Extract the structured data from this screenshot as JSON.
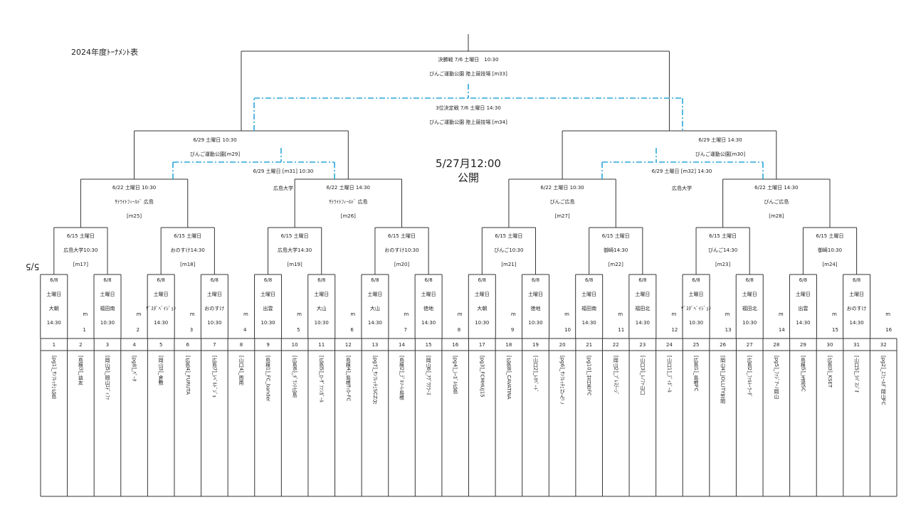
{
  "title": "2024年度ﾄｰﾅﾒﾝﾄ表",
  "release": {
    "date": "5/27月12:00",
    "label": "公開"
  },
  "side_label": "5/5",
  "final": {
    "line1": "決勝戦 7/6 土曜日　10:30",
    "line2": "びんご運動公園 陸上競技場 [m33]"
  },
  "third": {
    "line1": "3位決定戦 7/6 土曜日 14:30",
    "line2": "びんご運動公園 陸上競技場 [m34]"
  },
  "semis": [
    {
      "line1": "6/29 土曜日 10:30",
      "line2": "びんご運動公園[m29]"
    },
    {
      "line1": "6/29 土曜日 14:30",
      "line2": "びんご運動公園[m30]"
    }
  ],
  "consolation": [
    {
      "line1": "6/29 土曜日 [m31] 10:30",
      "line2": "広島大学"
    },
    {
      "line1": "6/29 土曜日 [m32] 14:30",
      "line2": "広島大学"
    }
  ],
  "qf": [
    {
      "line1": "6/22 土曜日 10:30",
      "line2": "ｻﾃﾗｲﾄﾌｨｰﾙﾄﾞ 広島",
      "line3": "[m25]"
    },
    {
      "line1": "6/22 土曜日 14:30",
      "line2": "ｻﾃﾗｲﾄﾌｨｰﾙﾄﾞ 広島",
      "line3": "[m26]"
    },
    {
      "line1": "6/22 土曜日 10:30",
      "line2": "びんご広島",
      "line3": "[m27]"
    },
    {
      "line1": "6/22 土曜日 14:30",
      "line2": "びんご広島",
      "line3": "[m28]"
    }
  ],
  "r16": [
    {
      "line1": "6/15 土曜日",
      "line2": "広島大学10:30",
      "line3": "[m17]"
    },
    {
      "line1": "6/15 土曜日",
      "line2": "おのすけ14:30",
      "line3": "[m18]"
    },
    {
      "line1": "6/15 土曜日",
      "line2": "広島大学14:30",
      "line3": "[m19]"
    },
    {
      "line1": "6/15 土曜日",
      "line2": "おのすけ10:30",
      "line3": "[m20]"
    },
    {
      "line1": "6/15 土曜日",
      "line2": "びんご10:30",
      "line3": "[m21]"
    },
    {
      "line1": "6/15 土曜日",
      "line2": "御崎14:30",
      "line3": "[m22]"
    },
    {
      "line1": "6/15 土曜日",
      "line2": "びんご14:30",
      "line3": "[m23]"
    },
    {
      "line1": "6/15 土曜日",
      "line2": "御崎10:30",
      "line3": "[m24]"
    }
  ],
  "r32_date": "6/8",
  "r32_day": "土曜日",
  "r32_m": "m",
  "r32": [
    {
      "venue": "大朝",
      "time": "14:30",
      "num": "1"
    },
    {
      "venue": "福田南",
      "time": "10:30",
      "num": "2"
    },
    {
      "venue": "ｻﾞｽﾀﾞﾍﾞｲｼﾞｮﾝ",
      "time": "14:30",
      "num": "3"
    },
    {
      "venue": "おのすけ",
      "time": "10:30",
      "num": "4"
    },
    {
      "venue": "出雲",
      "time": "10:30",
      "num": "5"
    },
    {
      "venue": "大山",
      "time": "10:30",
      "num": "6"
    },
    {
      "venue": "大山",
      "time": "14:30",
      "num": "7"
    },
    {
      "venue": "徳地",
      "time": "14:30",
      "num": "8"
    },
    {
      "venue": "大朝",
      "time": "10:30",
      "num": "9"
    },
    {
      "venue": "徳地",
      "time": "10:30",
      "num": "10"
    },
    {
      "venue": "福田南",
      "time": "14:30",
      "num": "11"
    },
    {
      "venue": "福田北",
      "time": "14:30",
      "num": "12"
    },
    {
      "venue": "ｻﾞｽﾀﾞﾍﾞｲｼﾞｮﾝ",
      "time": "10:30",
      "num": "13"
    },
    {
      "venue": "福田北",
      "time": "10:30",
      "num": "14"
    },
    {
      "venue": "出雲",
      "time": "14:30",
      "num": "15"
    },
    {
      "venue": "おのすけ",
      "time": "14:30",
      "num": "16"
    }
  ],
  "teams": [
    {
      "slot": "1",
      "name": "[pg1]_ｻﾝﾌﾚｯﾁｪ広島"
    },
    {
      "slot": "2",
      "name": "[島根3]_益友"
    },
    {
      "slot": "3",
      "name": "[岡山5]_岡山ｴﾃﾞｨﾌｧ"
    },
    {
      "slot": "4",
      "name": "[pg8]_ﾊﾟｰﾀ"
    },
    {
      "slot": "5",
      "name": "[岡山3]_倉敷"
    },
    {
      "slot": "6",
      "name": "[広島4]_FURUTA"
    },
    {
      "slot": "7",
      "name": "[広島7]_ﾚﾍﾞﾙﾄﾞｼﾞｮ"
    },
    {
      "slot": "8",
      "name": "[山口4]_周南"
    },
    {
      "slot": "9",
      "name": "[島根1]_FC_bander"
    },
    {
      "slot": "10",
      "name": "[広島6]_ﾎﾞﾗﾝﾃ広島"
    },
    {
      "slot": "11",
      "name": "[広島5]_ﾛｰｻﾞﾌｧﾝｶﾞｰﾙ"
    },
    {
      "slot": "12",
      "name": "[島根4]_島根ｻｯｶｰFC"
    },
    {
      "slot": "13",
      "name": "[pg7]_ｻﾝﾌﾚｯﾁｪSCZ分"
    },
    {
      "slot": "14",
      "name": "[島根2]_ﾃﾞﾙｿｰﾚ島根"
    },
    {
      "slot": "15",
      "name": "[岡山6]_ｱｸﾞﾜｸﾗｰｽ"
    },
    {
      "slot": "16",
      "name": "[pg4]_ｼｰｶﾞﾙ広島"
    },
    {
      "slot": "17",
      "name": "[pg3]_FCMHUJ15"
    },
    {
      "slot": "18",
      "name": "[広島8]_CAVATINA"
    },
    {
      "slot": "19",
      "name": "[山口2]_ﾚｵﾊﾟｰﾄﾞ"
    },
    {
      "slot": "20",
      "name": "[pg6]_ｻﾝﾌﾚｯﾁｪびんご"
    },
    {
      "slot": "21",
      "name": "[pg10]_廿日市FC"
    },
    {
      "slot": "22",
      "name": "[岡山2]_ﾌﾟﾚｽﾃｰｼﾞ"
    },
    {
      "slot": "23",
      "name": "[山口3]_ﾚﾉﾌｧ山口"
    },
    {
      "slot": "24",
      "name": "[山口1]_ﾃﾞｨﾎﾞｰﾙ"
    },
    {
      "slot": "25",
      "name": "[広島1]_島根FC"
    },
    {
      "slot": "26",
      "name": "[岡山4]_JOLLITY笠岡"
    },
    {
      "slot": "27",
      "name": "[広島2]_ﾌｧﾙﾄｰﾗｰﾀﾞ"
    },
    {
      "slot": "28",
      "name": "[pg5]_ﾌｧｼﾞｱｰﾉ岡山"
    },
    {
      "slot": "29",
      "name": "[島根5]_玉湯SC"
    },
    {
      "slot": "30",
      "name": "[広島3]_KSET"
    },
    {
      "slot": "31",
      "name": "[山口5]_ﾗﾊﾟｽｼﾞｵ"
    },
    {
      "slot": "32",
      "name": "[pg2]_ｴﾌｪｰﾙﾀﾞ岡山FC"
    }
  ]
}
